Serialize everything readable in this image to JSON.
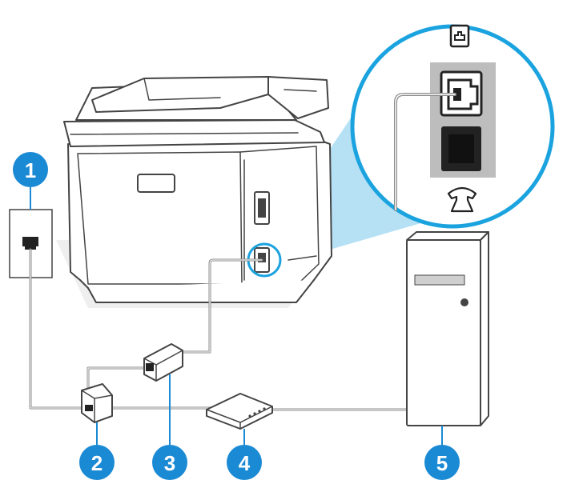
{
  "callouts": [
    {
      "id": "1",
      "label": "1"
    },
    {
      "id": "2",
      "label": "2"
    },
    {
      "id": "3",
      "label": "3"
    },
    {
      "id": "4",
      "label": "4"
    },
    {
      "id": "5",
      "label": "5"
    }
  ],
  "colors": {
    "callout": "#1a8ad4",
    "zoom_fill": "#a9dcf3",
    "zoom_ring": "#1aa3df",
    "cable": "#8c8c8c",
    "outline": "#444444",
    "port_bg": "#bdbdbd",
    "port_dark": "#222222"
  },
  "icons": {
    "line_port": "phone-line-port-icon",
    "phone_port": "telephone-handset-icon"
  }
}
